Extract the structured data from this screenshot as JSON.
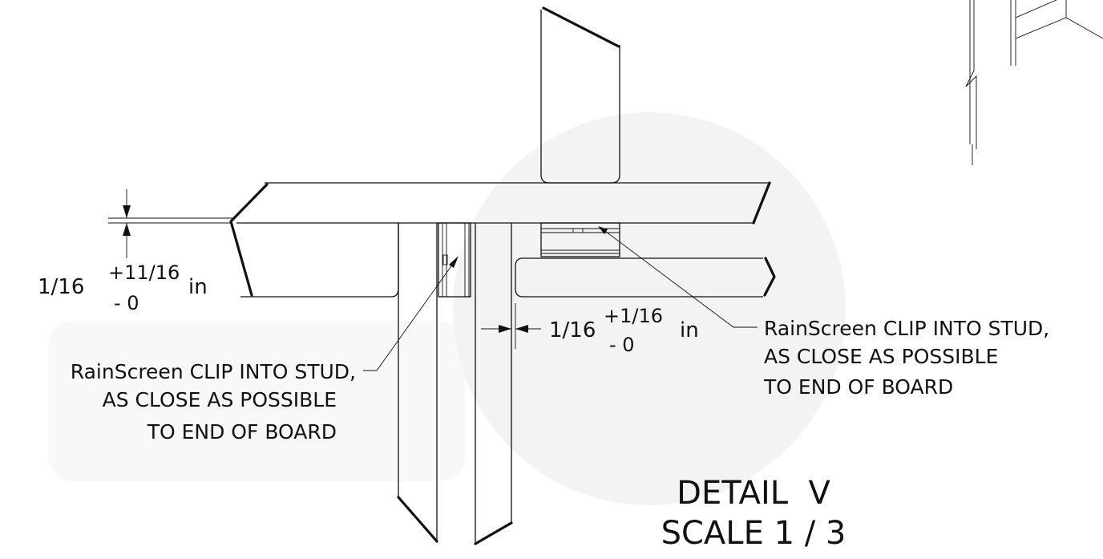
{
  "detail": {
    "title": "DETAIL  V",
    "scale": "SCALE 1 / 3"
  },
  "dimensions": {
    "vertical_gap": {
      "nominal": "1/16",
      "upper_tol": "+11/16",
      "lower_tol": "- 0",
      "unit": "in"
    },
    "horizontal_gap": {
      "nominal": "1/16",
      "upper_tol": "+1/16",
      "lower_tol": "- 0",
      "unit": "in"
    }
  },
  "callouts": {
    "left": [
      "RainScreen CLIP INTO STUD,",
      "AS CLOSE AS POSSIBLE",
      "TO END OF BOARD"
    ],
    "right": [
      "RainScreen CLIP INTO STUD,",
      "AS CLOSE AS POSSIBLE",
      "TO END OF BOARD"
    ]
  },
  "colors": {
    "line": "#111111",
    "watermark": "#f3f3f3",
    "background": "#ffffff"
  }
}
